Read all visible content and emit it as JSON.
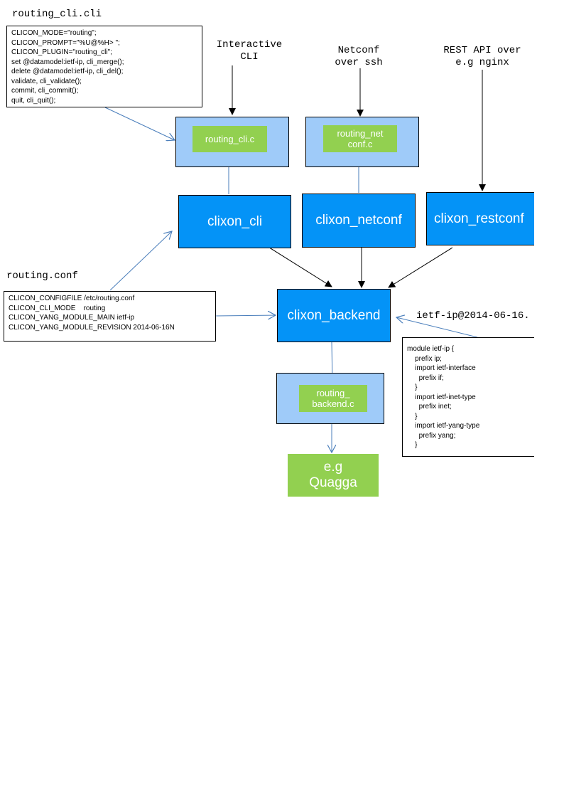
{
  "cli_file": {
    "title": "routing_cli.cli",
    "lines": [
      "CLICON_MODE=\"routing\";",
      "CLICON_PROMPT=\"%U@%H> \";",
      "CLICON_PLUGIN=\"routing_cli\";",
      "set @datamodel:ietf-ip, cli_merge();",
      "delete @datamodel:ietf-ip, cli_del();",
      "validate, cli_validate();",
      "commit, cli_commit();",
      "quit, cli_quit();"
    ]
  },
  "inputs": {
    "cli": [
      "Interactive",
      "CLI"
    ],
    "netconf": [
      "Netconf",
      "over ssh"
    ],
    "rest": [
      "REST API over",
      "e.g nginx"
    ]
  },
  "plugins": {
    "cli": "routing_cli.c",
    "netconf": [
      "routing_net",
      "conf.c"
    ],
    "backend": [
      "routing_",
      "backend.c"
    ]
  },
  "clients": {
    "cli": "clixon_cli",
    "netconf": "clixon_netconf",
    "restconf": "clixon_restconf"
  },
  "backend": "clixon_backend",
  "conf_file": {
    "title": "routing.conf",
    "lines": [
      "CLICON_CONFIGFILE /etc/routing.conf",
      "CLICON_CLI_MODE    routing",
      "CLICON_YANG_MODULE_MAIN ietf-ip",
      "CLICON_YANG_MODULE_REVISION 2014-06-16N"
    ]
  },
  "yang_file": {
    "title": "ietf-ip@2014-06-16.",
    "lines": [
      "module ietf-ip {",
      "    prefix ip;",
      "    import ietf-interface",
      "      prefix if;",
      "    }",
      "    import ietf-inet-type",
      "      prefix inet;",
      "    }",
      "    import ietf-yang-type",
      "      prefix yang;",
      "    }"
    ]
  },
  "target": [
    "e.g",
    "Quagga"
  ],
  "colors": {
    "client": "#0493f7",
    "plugin_container": "#9fcbf9",
    "plugin": "#92d050",
    "link": "#4a7ebb"
  }
}
